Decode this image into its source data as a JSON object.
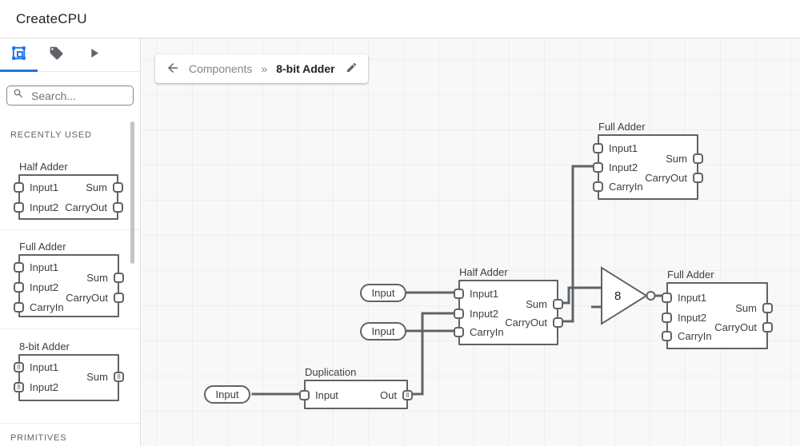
{
  "header": {
    "title": "CreateCPU"
  },
  "sidebar": {
    "tabs": [
      {
        "icon": "component-frame-icon",
        "active": true
      },
      {
        "icon": "tag-icon",
        "active": false
      },
      {
        "icon": "play-icon",
        "active": false
      }
    ],
    "search": {
      "placeholder": "Search...",
      "icon": "search-icon"
    },
    "sections": {
      "recently_used": "RECENTLY USED",
      "primitives": "PRIMITIVES"
    },
    "components": [
      {
        "title": "Half Adder",
        "left_ports": [
          {
            "label": "Input1"
          },
          {
            "label": "Input2"
          }
        ],
        "right_ports": [
          {
            "label": "Sum"
          },
          {
            "label": "CarryOut"
          }
        ]
      },
      {
        "title": "Full Adder",
        "left_ports": [
          {
            "label": "Input1"
          },
          {
            "label": "Input2"
          },
          {
            "label": "CarryIn"
          }
        ],
        "right_ports": [
          {
            "label": "Sum"
          },
          {
            "label": "CarryOut"
          }
        ]
      },
      {
        "title": "8-bit Adder",
        "left_ports": [
          {
            "label": "Input1",
            "badge": "8"
          },
          {
            "label": "Input2",
            "badge": "8"
          }
        ],
        "right_ports": [
          {
            "label": "Sum",
            "badge": "8"
          }
        ]
      }
    ]
  },
  "breadcrumb": {
    "back_icon": "arrow-left-icon",
    "parent": "Components",
    "separator": "»",
    "current": "8-bit Adder",
    "edit_icon": "pencil-icon"
  },
  "canvas": {
    "pills": [
      {
        "label": "Input"
      },
      {
        "label": "Input"
      },
      {
        "label": "Input"
      }
    ],
    "nodes": [
      {
        "title": "Full Adder",
        "left_ports": [
          {
            "label": "Input1"
          },
          {
            "label": "Input2"
          },
          {
            "label": "CarryIn"
          }
        ],
        "right_ports": [
          {
            "label": "Sum"
          },
          {
            "label": "CarryOut"
          }
        ]
      },
      {
        "title": "Half Adder",
        "left_ports": [
          {
            "label": "Input1"
          },
          {
            "label": "Input2"
          },
          {
            "label": "CarryIn"
          }
        ],
        "right_ports": [
          {
            "label": "Sum"
          },
          {
            "label": "CarryOut"
          }
        ]
      },
      {
        "title": "Full Adder",
        "left_ports": [
          {
            "label": "Input1"
          },
          {
            "label": "Input2"
          },
          {
            "label": "CarryIn"
          }
        ],
        "right_ports": [
          {
            "label": "Sum"
          },
          {
            "label": "CarryOut"
          }
        ]
      },
      {
        "title": "Duplication",
        "left_ports": [
          {
            "label": "Input"
          }
        ],
        "right_ports": [
          {
            "label": "Out",
            "badge": "8"
          }
        ]
      }
    ],
    "gate": {
      "label": "8"
    },
    "colors": {
      "accent": "#1a73e8",
      "wire": "#5f6368",
      "canvas_bg": "#f8f8f8"
    }
  }
}
